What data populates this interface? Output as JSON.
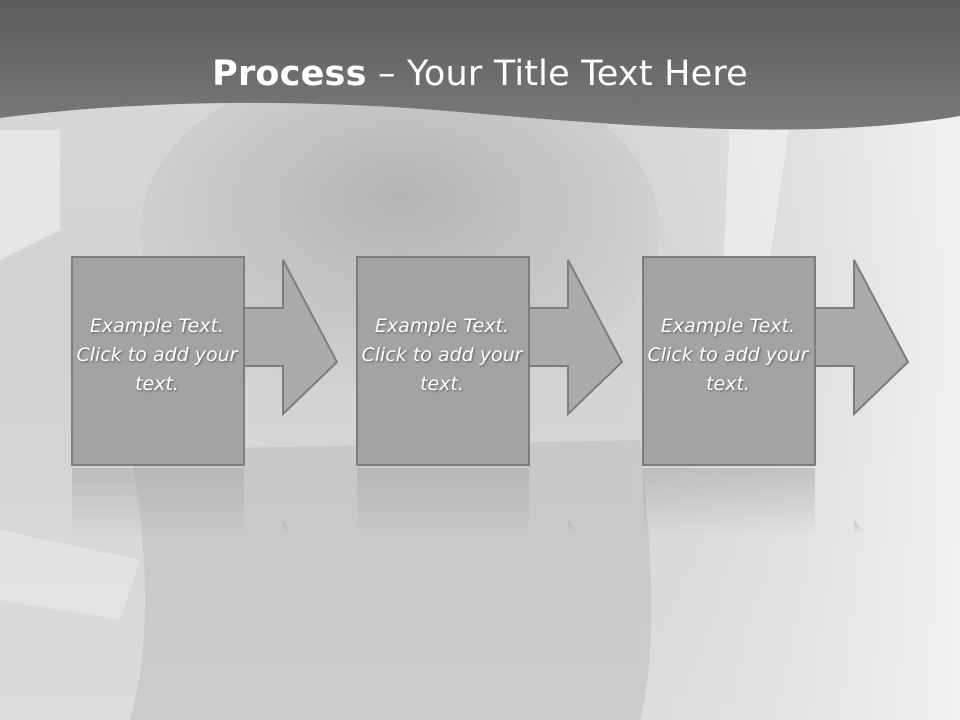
{
  "slide": {
    "title_strong": "Process",
    "title_rest": " – Your Title Text Here"
  },
  "steps": [
    {
      "text": "Example Text. Click  to add your text."
    },
    {
      "text": "Example Text. Click  to add your text."
    },
    {
      "text": "Example Text. Click  to add your text."
    }
  ],
  "colors": {
    "header": "#6e6e6e",
    "box_fill": "#a3a3a3",
    "arrow_fill": "#ababab",
    "outline": "#7d7d7d",
    "text": "#ffffff"
  }
}
